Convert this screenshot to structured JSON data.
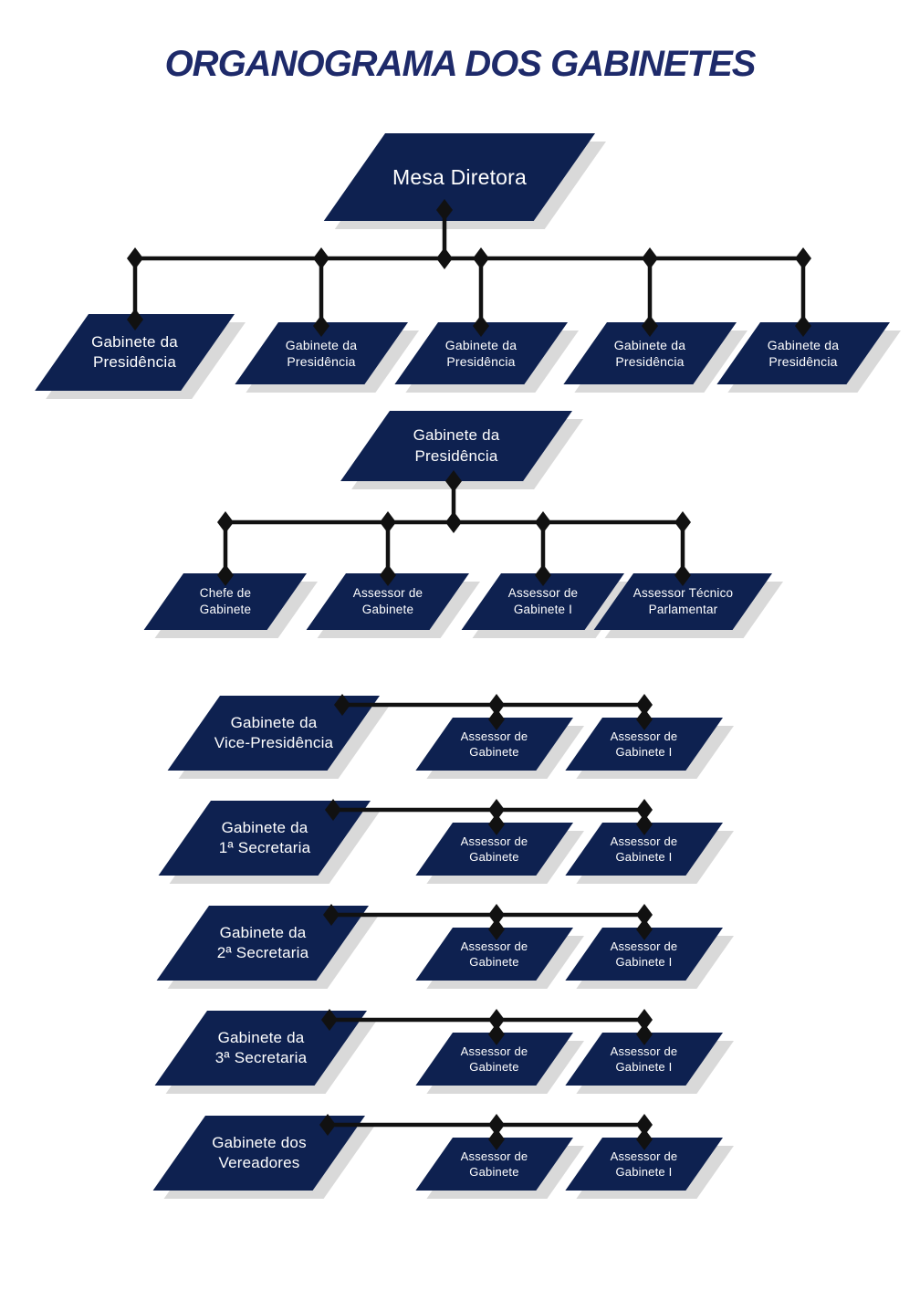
{
  "title": "ORGANOGRAMA DOS GABINETES",
  "colors": {
    "box_navy": "#0e2150",
    "title_blue": "#1e2a6a",
    "connector_black": "#111111",
    "shadow_gray": "#d9d9d9",
    "text_white": "#ffffff",
    "background": "#ffffff"
  },
  "org": {
    "root": {
      "label": "Mesa Diretora"
    },
    "level1": [
      {
        "label": "Gabinete da\nPresidência"
      },
      {
        "label": "Gabinete da\nPresidência"
      },
      {
        "label": "Gabinete da\nPresidência"
      },
      {
        "label": "Gabinete da\nPresidência"
      },
      {
        "label": "Gabinete da\nPresidência"
      }
    ],
    "presidencia": {
      "parent": {
        "label": "Gabinete da\nPresidência"
      },
      "children": [
        {
          "label": "Chefe de\nGabinete"
        },
        {
          "label": "Assessor de\nGabinete"
        },
        {
          "label": "Assessor de\nGabinete I"
        },
        {
          "label": "Assessor Técnico\nParlamentar"
        }
      ]
    },
    "sections": [
      {
        "parent": {
          "label": "Gabinete da\nVice-Presidência"
        },
        "children": [
          {
            "label": "Assessor de\nGabinete"
          },
          {
            "label": "Assessor de\nGabinete I"
          }
        ]
      },
      {
        "parent": {
          "label": "Gabinete da\n1ª Secretaria"
        },
        "children": [
          {
            "label": "Assessor de\nGabinete"
          },
          {
            "label": "Assessor de\nGabinete I"
          }
        ]
      },
      {
        "parent": {
          "label": "Gabinete da\n2ª Secretaria"
        },
        "children": [
          {
            "label": "Assessor de\nGabinete"
          },
          {
            "label": "Assessor de\nGabinete I"
          }
        ]
      },
      {
        "parent": {
          "label": "Gabinete da\n3ª Secretaria"
        },
        "children": [
          {
            "label": "Assessor de\nGabinete"
          },
          {
            "label": "Assessor de\nGabinete I"
          }
        ]
      },
      {
        "parent": {
          "label": "Gabinete dos\nVereadores"
        },
        "children": [
          {
            "label": "Assessor de\nGabinete"
          },
          {
            "label": "Assessor de\nGabinete I"
          }
        ]
      }
    ]
  }
}
